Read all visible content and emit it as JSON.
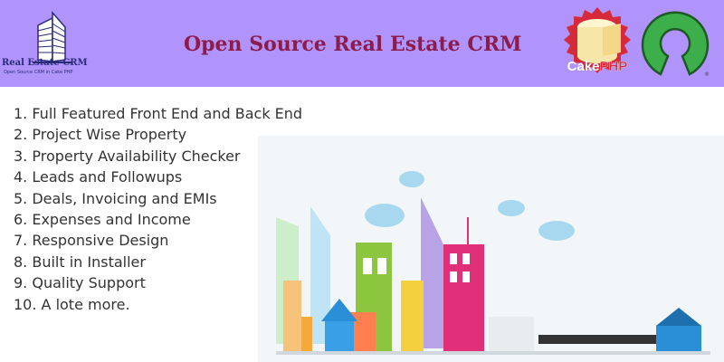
{
  "header": {
    "logo_name": "Real Estate CRM",
    "logo_tagline": "Open Source CRM in Cake PHP",
    "title": "Open Source Real Estate CRM",
    "cakephp_logo_text": "CakePHP",
    "background": "#b194fb",
    "title_color": "#8b1c4c"
  },
  "features": [
    "1. Full Featured Front End and Back End",
    "2. Project Wise Property",
    "3. Property Availability Checker",
    "4. Leads and Followups",
    "5. Deals, Invoicing and EMIs",
    "6. Expenses and Income",
    "7. Responsive Design",
    "8. Built in Installer",
    "9. Quality Support",
    "10. A lote more."
  ]
}
